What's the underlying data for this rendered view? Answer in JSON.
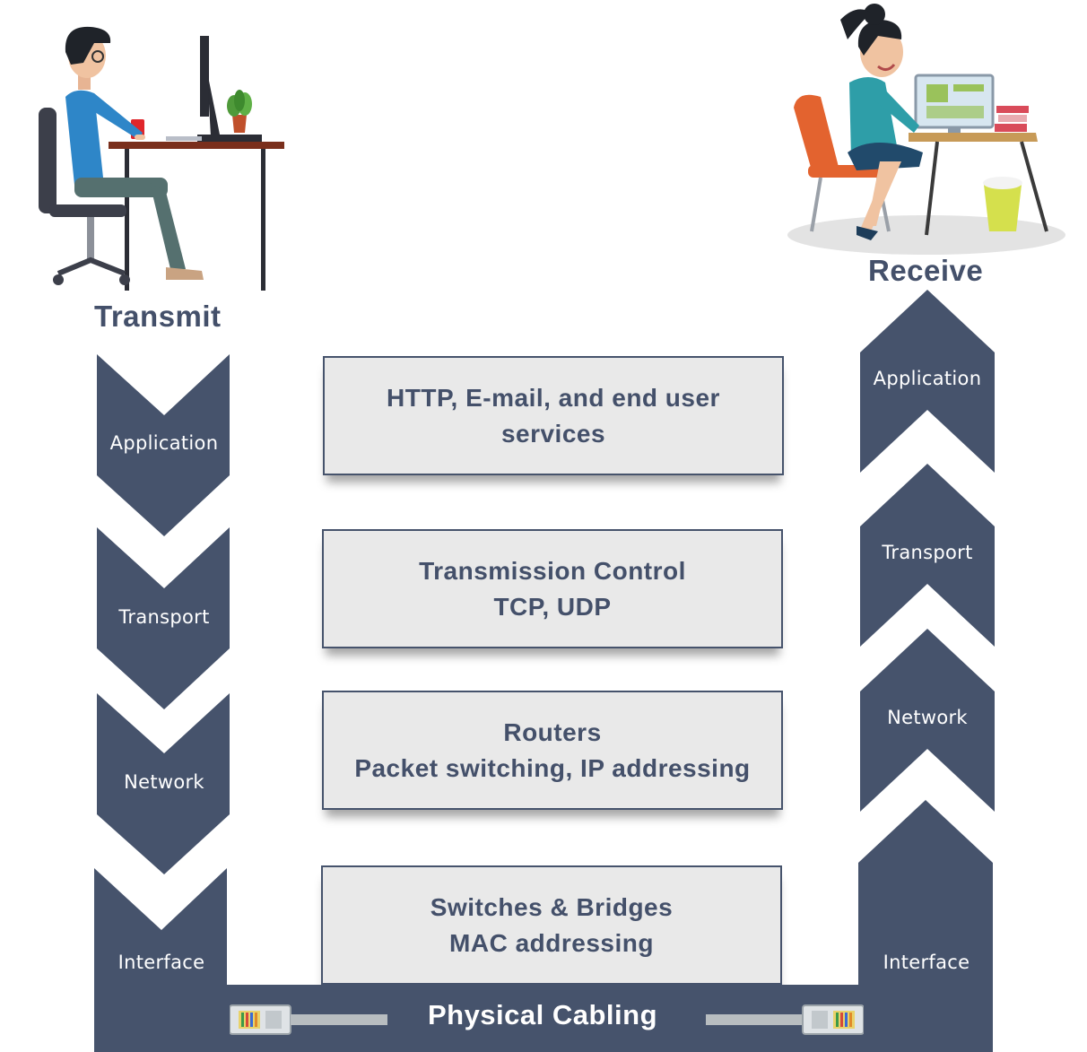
{
  "transmit": {
    "title": "Transmit",
    "layers": [
      "Application",
      "Transport",
      "Network",
      "Interface"
    ]
  },
  "receive": {
    "title": "Receive",
    "layers": [
      "Application",
      "Transport",
      "Network",
      "Interface"
    ]
  },
  "boxes": [
    {
      "line1": "HTTP, E-mail, and end user",
      "line2": "services"
    },
    {
      "line1": "Transmission Control",
      "line2": "TCP, UDP"
    },
    {
      "line1": "Routers",
      "line2": "Packet switching, IP addressing"
    },
    {
      "line1": "Switches & Bridges",
      "line2": "MAC addressing"
    }
  ],
  "cabling": {
    "label": "Physical Cabling"
  },
  "colors": {
    "slate": "#46536c",
    "box_fill": "#e9e9e9",
    "text": "#44506a"
  },
  "icons": {
    "transmitter": "man-at-computer-illustration",
    "receiver": "woman-at-computer-illustration",
    "connector": "rj45-connector-icon"
  }
}
